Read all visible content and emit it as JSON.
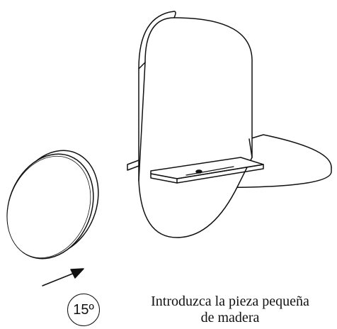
{
  "step": {
    "number": "15º"
  },
  "caption": {
    "line1": "Introduzca la pieza pequeña",
    "line2": "de madera"
  },
  "colors": {
    "stroke": "#111111",
    "fill": "#ffffff"
  },
  "icons": {
    "arrow": "arrow-icon"
  }
}
